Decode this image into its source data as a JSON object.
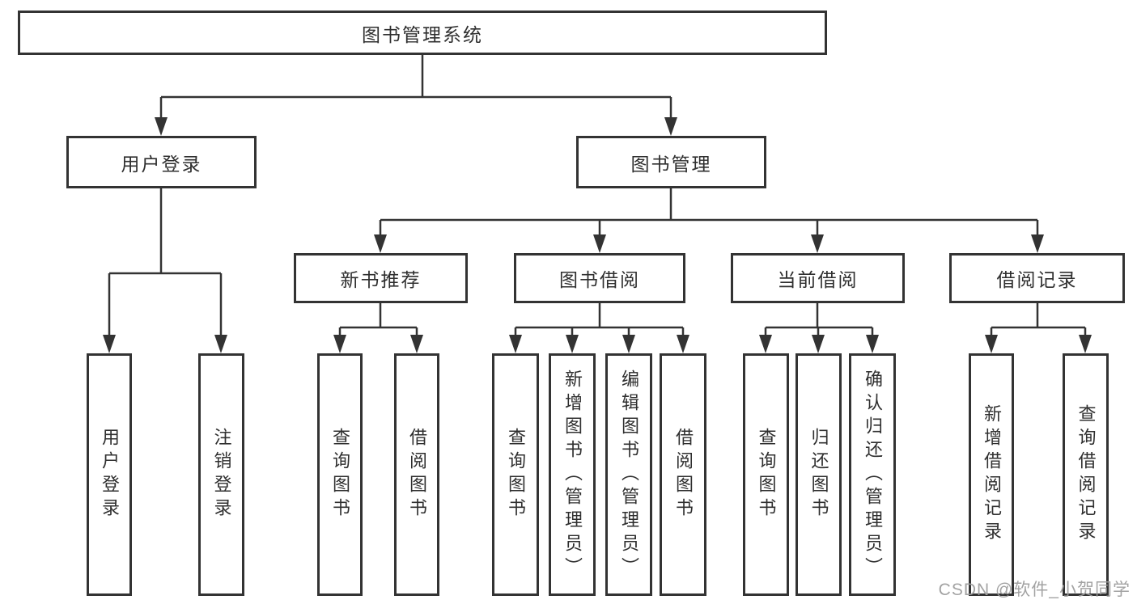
{
  "nodes": {
    "root": "图书管理系统",
    "level2": {
      "user_login": "用户登录",
      "book_management": "图书管理"
    },
    "level3": {
      "new_book_recommend": "新书推荐",
      "book_borrow": "图书借阅",
      "current_borrow": "当前借阅",
      "borrow_record": "借阅记录"
    },
    "leaves": {
      "user_login_leaf": "用户登录",
      "logout": "注销登录",
      "nb_query_book": "查询图书",
      "nb_borrow_book": "借阅图书",
      "bb_query_book": "查询图书",
      "bb_add_book": "新增图书（管理员）",
      "bb_edit_book": "编辑图书（管理员）",
      "bb_borrow_book": "借阅图书",
      "cb_query_book": "查询图书",
      "cb_return_book": "归还图书",
      "cb_confirm_return": "确认归还（管理员）",
      "br_add_record": "新增借阅记录",
      "br_query_record": "查询借阅记录"
    }
  },
  "tree": {
    "图书管理系统": {
      "用户登录": [
        "用户登录",
        "注销登录"
      ],
      "图书管理": {
        "新书推荐": [
          "查询图书",
          "借阅图书"
        ],
        "图书借阅": [
          "查询图书",
          "新增图书（管理员）",
          "编辑图书（管理员）",
          "借阅图书"
        ],
        "当前借阅": [
          "查询图书",
          "归还图书",
          "确认归还（管理员）"
        ],
        "借阅记录": [
          "新增借阅记录",
          "查询借阅记录"
        ]
      }
    }
  },
  "watermark": {
    "text": "CSDN @软件_小贺同学"
  },
  "colors": {
    "line": "#333333",
    "text": "#2f2f2f",
    "background": "#ffffff",
    "watermark": "#9e9e9e"
  }
}
